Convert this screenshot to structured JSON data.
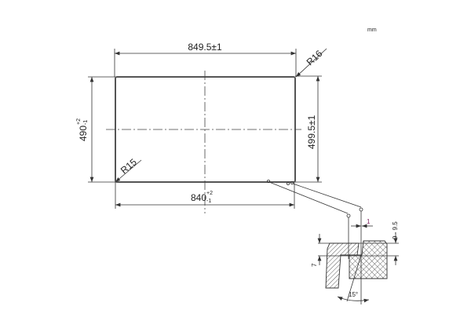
{
  "units": "mm",
  "dimensions": {
    "width_top": "849.5±1",
    "width_bottom": "840",
    "width_bottom_tol_plus": "+2",
    "width_bottom_tol_minus": "-1",
    "height_left": "490",
    "height_left_tol_plus": "+2",
    "height_left_tol_minus": "-1",
    "height_right": "499.5±1",
    "radius_top_right": "R16",
    "radius_bottom_left": "R15"
  },
  "detail": {
    "offset": "1",
    "thickness": "9 - 9.5",
    "depth": "7",
    "angle": "15°"
  },
  "colors": {
    "line": "#333333",
    "accent": "#7a1f5c"
  }
}
